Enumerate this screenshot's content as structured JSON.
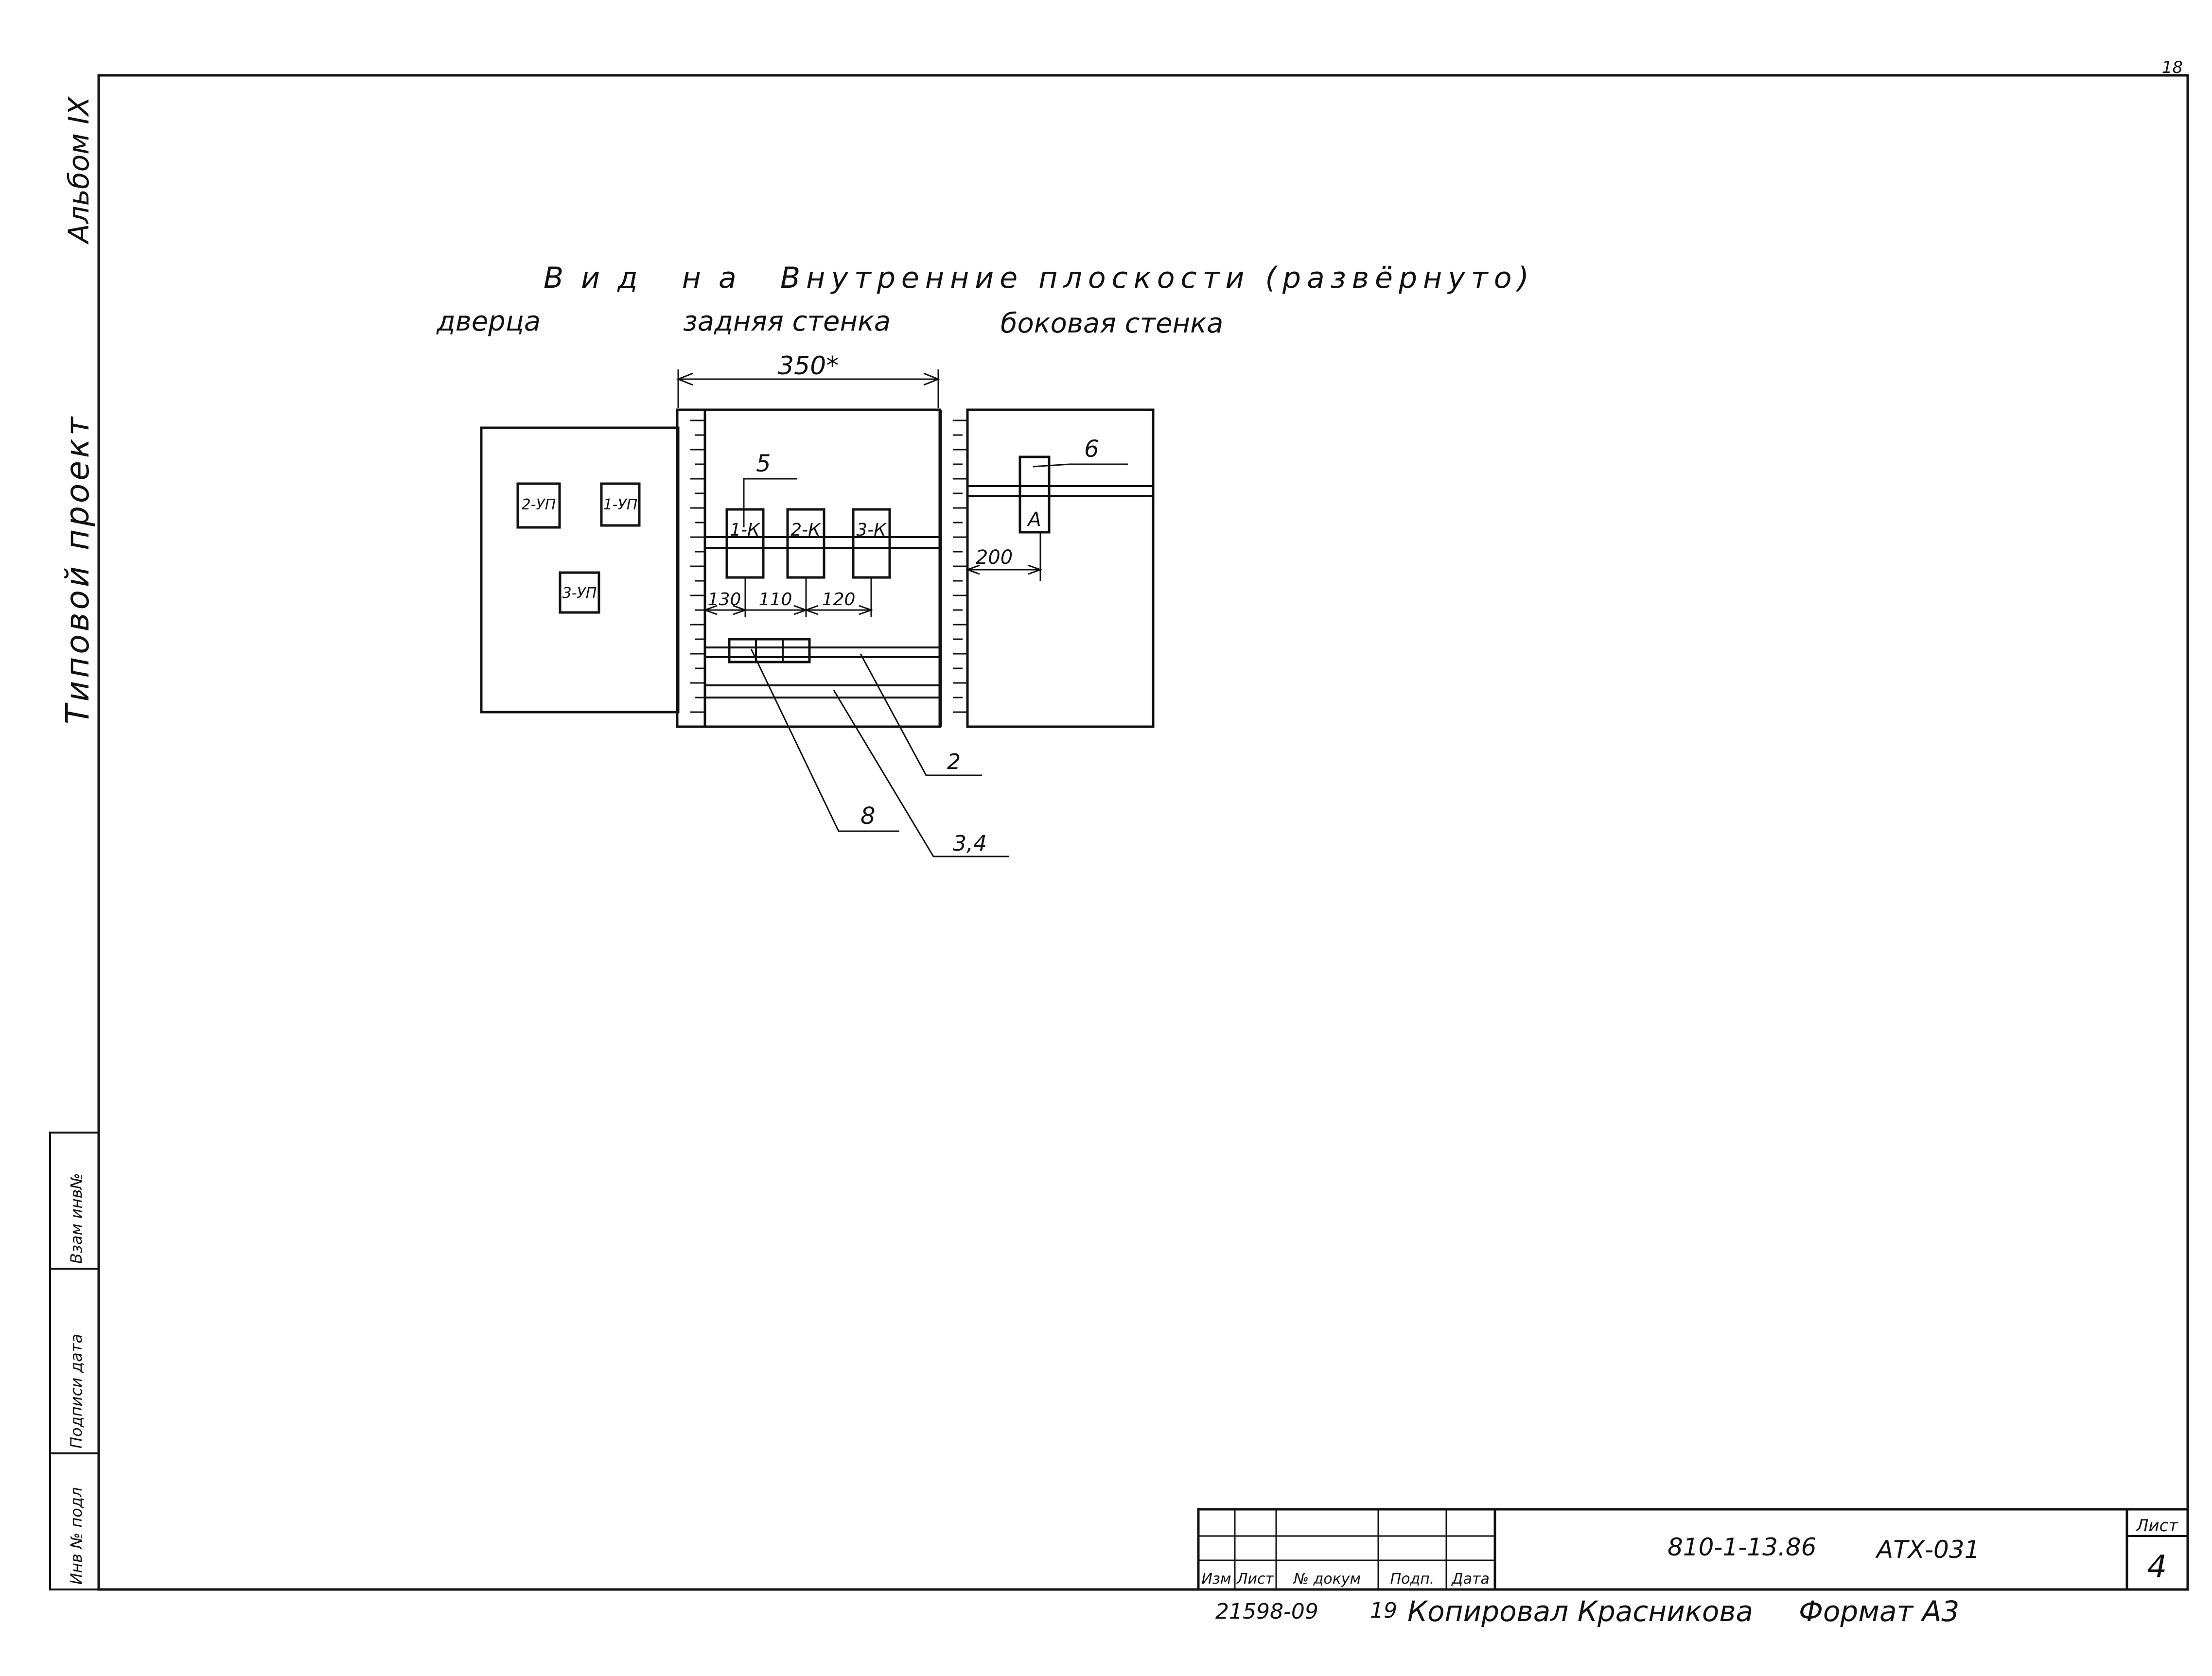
{
  "page_number": "18",
  "margin_labels": {
    "album": "Альбом IX",
    "project_type": "Типовой проект"
  },
  "stamp_columns": [
    "Инв № подл",
    "Подписи дата",
    "Взам инв№"
  ],
  "view_title": {
    "part1": "Вид на",
    "part2": "Внутренние плоскости (развёрнуто)"
  },
  "panels": {
    "door": "дверца",
    "back_wall": "задняя стенка",
    "side_wall": "боковая стенка"
  },
  "dimensions": {
    "width": "350*",
    "offset": "200",
    "d1": "130",
    "d2": "110",
    "d3": "120"
  },
  "door_devices": [
    "2-УП",
    "1-УП",
    "3-УП"
  ],
  "back_devices": [
    "1-К",
    "2-К",
    "3-К"
  ],
  "side_device": "А",
  "callouts": {
    "c5": "5",
    "c6": "6",
    "c2": "2",
    "c8": "8",
    "c34": "3,4"
  },
  "title_block": {
    "columns": [
      "Изм",
      "Лист",
      "№ докум",
      "Подп.",
      "Дата"
    ],
    "designation": "810-1-13.86",
    "code": "АТХ-031",
    "sheet_label": "Лист",
    "sheet_number": "4"
  },
  "footer": {
    "order": "21598-09",
    "num": "19",
    "copied": "Копировал Красникова",
    "format": "Формат А3"
  }
}
